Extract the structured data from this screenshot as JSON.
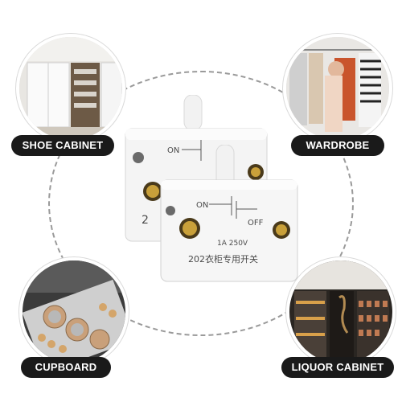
{
  "labels": {
    "top_left": "SHOE CABINET",
    "top_right": "WARDROBE",
    "bottom_left": "CUPBOARD",
    "bottom_right": "LIQUOR CABINET"
  },
  "switch_front": {
    "on_text": "ON",
    "off_text": "OFF",
    "rating": "1A  250V",
    "model_text": "202衣柜专用开关"
  },
  "switch_back": {
    "on_text": "ON",
    "side_text": "2"
  },
  "colors": {
    "label_bg": "#1a1a1a",
    "label_text": "#ffffff",
    "switch_body": "#f4f4f4",
    "terminal": "#c9a03a"
  }
}
